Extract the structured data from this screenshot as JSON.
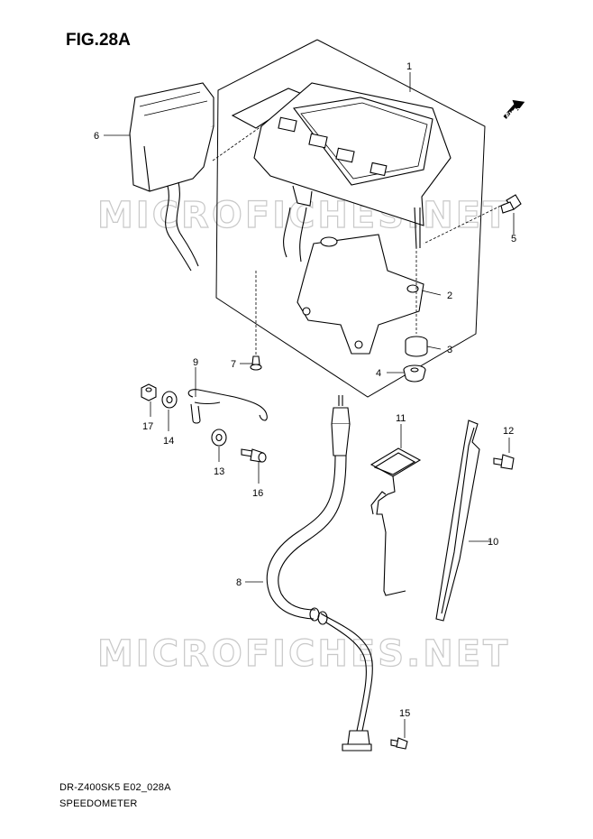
{
  "figure": {
    "title": "FIG.28A",
    "model_code": "DR-Z400SK5 E02_028A",
    "section_name": "SPEEDOMETER",
    "watermark": "MICROFICHES.NET",
    "direction_label": "FWD"
  },
  "callouts": [
    "1",
    "2",
    "3",
    "4",
    "5",
    "6",
    "7",
    "8",
    "9",
    "10",
    "11",
    "12",
    "13",
    "14",
    "15",
    "16",
    "17"
  ]
}
